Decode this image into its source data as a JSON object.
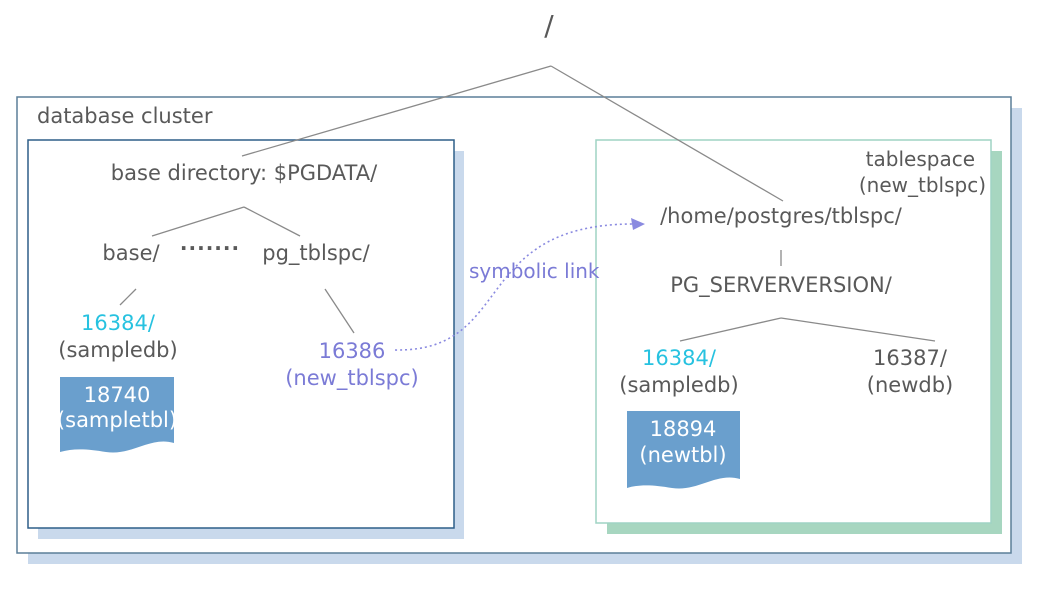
{
  "root_label": "/",
  "cluster": {
    "title": "database cluster"
  },
  "base": {
    "directory_label": "base directory: $PGDATA/",
    "base_label": "base/",
    "ellipsis": "·······",
    "pg_tblspc_label": "pg_tblspc/",
    "db_oid": "16384/",
    "db_name": "(sampledb)",
    "table_oid": "18740",
    "table_name": "(sampletbl)",
    "link_oid": "16386",
    "link_name": "(new_tblspc)"
  },
  "symbolic_link_label": "symbolic link",
  "tablespace": {
    "title_line1": "tablespace",
    "title_line2": "(new_tblspc)",
    "path_label": "/home/postgres/tblspc/",
    "version_label": "PG_SERVERVERSION/",
    "db1_oid": "16384/",
    "db1_name": "(sampledb)",
    "table_oid": "18894",
    "table_name": "(newtbl)",
    "db2_oid": "16387/",
    "db2_name": "(newdb)"
  },
  "colors": {
    "text": "#595959",
    "oid_cyan": "#27c2e0",
    "link_purple": "#7b7bd6",
    "table_fill": "#6a9fcd",
    "cluster_border": "#5b7f98",
    "cluster_shadow": "#c9d9ec",
    "tablespace_border": "#9fd3c4",
    "tablespace_shadow": "#a7d6c0"
  }
}
